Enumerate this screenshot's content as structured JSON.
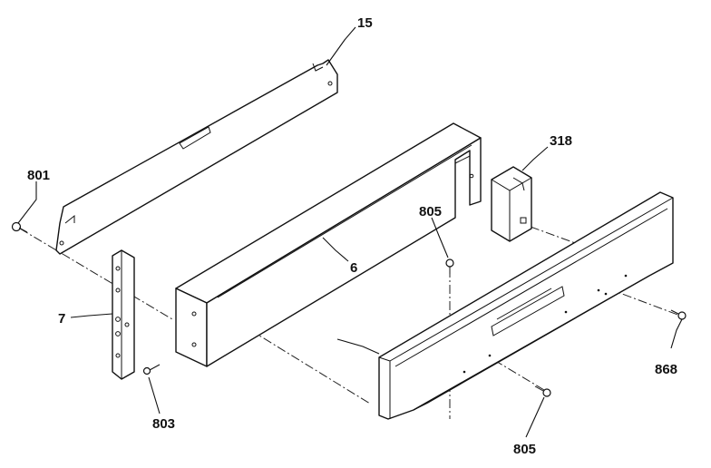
{
  "labels": {
    "part_15": "15",
    "part_318": "318",
    "part_801": "801",
    "part_805_top": "805",
    "part_6": "6",
    "part_7": "7",
    "part_803": "803",
    "part_868": "868",
    "part_805_bottom": "805"
  }
}
